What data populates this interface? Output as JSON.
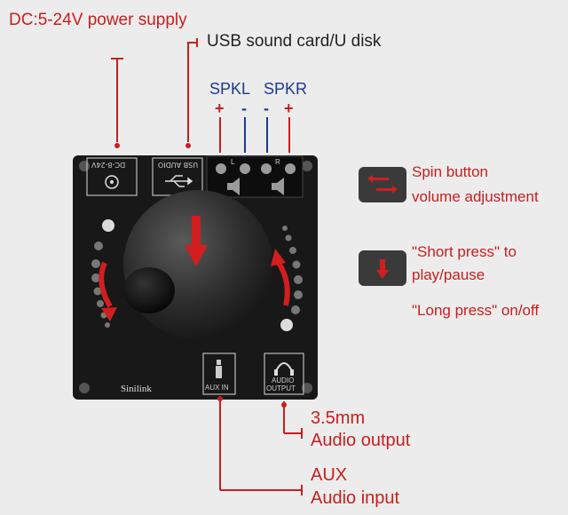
{
  "labels": {
    "power": "DC:5-24V power supply",
    "usb": "USB sound card/U disk",
    "spkl": "SPKL",
    "spkr": "SPKR",
    "spkl_plus": "+",
    "spkl_minus": "-",
    "spkr_minus": "-",
    "spkr_plus": "+",
    "spin_line1": "Spin button",
    "spin_line2": "volume adjustment",
    "short_line1": "\"Short press\" to",
    "short_line2": "play/pause",
    "long_press": "\"Long press\" on/off",
    "audio_out_line1": "3.5mm",
    "audio_out_line2": "Audio output",
    "aux_line1": "AUX",
    "aux_line2": "Audio input"
  },
  "board": {
    "dc_port": "DC-8-24V",
    "usb_port": "USB AUDIO",
    "terminal_l": "L",
    "terminal_r": "R",
    "brand": "Sinilink",
    "aux_port": "AUX IN",
    "audio_port_line1": "AUDIO",
    "audio_port_line2": "OUTPUT"
  },
  "colors": {
    "annotation_red": "#c81e1e",
    "speaker_blue": "#1d3a8f",
    "board": "#181818"
  }
}
